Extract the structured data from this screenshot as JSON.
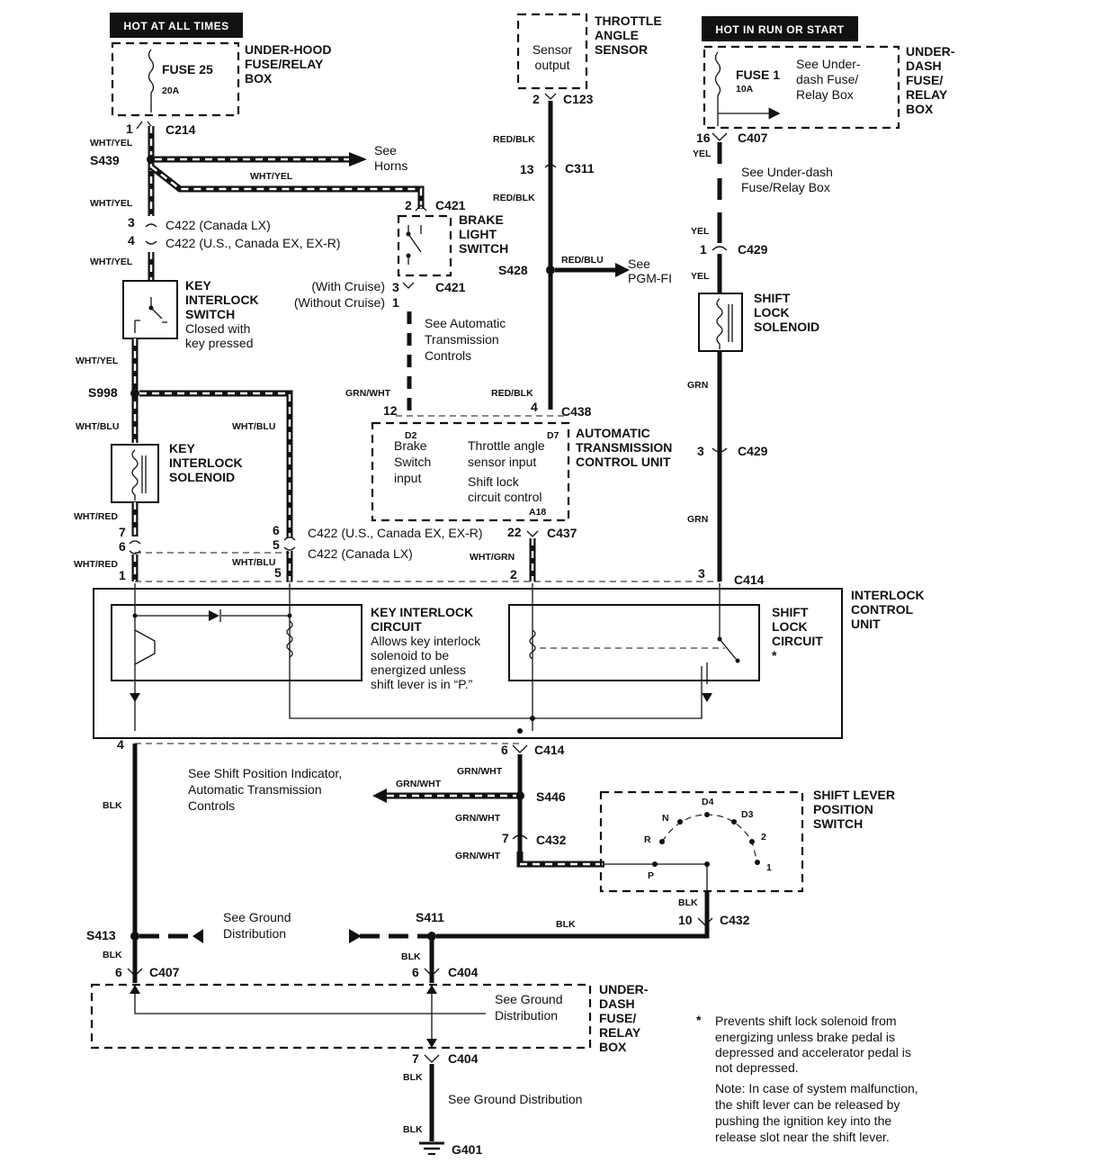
{
  "headers": {
    "hot_at_all_times": "HOT AT ALL TIMES",
    "hot_in_run_or_start": "HOT IN RUN OR START"
  },
  "boxes": {
    "underhood_box": [
      "UNDER-HOOD",
      "FUSE/RELAY",
      "BOX"
    ],
    "fuse25": "FUSE 25",
    "fuse25_amp": "20A",
    "throttle_sensor": [
      "THROTTLE",
      "ANGLE",
      "SENSOR"
    ],
    "sensor_output": [
      "Sensor",
      "output"
    ],
    "underdash_box_top": [
      "UNDER-",
      "DASH",
      "FUSE/",
      "RELAY",
      "BOX"
    ],
    "fuse1": "FUSE 1",
    "fuse1_amp": "10A",
    "fuse1_note": [
      "See Under-",
      "dash Fuse/",
      "Relay Box"
    ],
    "brake_switch": [
      "BRAKE",
      "LIGHT",
      "SWITCH"
    ],
    "key_interlock_switch": [
      "KEY",
      "INTERLOCK",
      "SWITCH"
    ],
    "key_interlock_switch_note": [
      "Closed with",
      "key pressed"
    ],
    "key_interlock_solenoid": [
      "KEY",
      "INTERLOCK",
      "SOLENOID"
    ],
    "shift_lock_solenoid": [
      "SHIFT",
      "LOCK",
      "SOLENOID"
    ],
    "atcu": [
      "AUTOMATIC",
      "TRANSMISSION",
      "CONTROL UNIT"
    ],
    "atcu_brake_input": [
      "Brake",
      "Switch",
      "input"
    ],
    "atcu_throttle_input": [
      "Throttle angle",
      "sensor input"
    ],
    "atcu_shift_lock": [
      "Shift lock",
      "circuit control"
    ],
    "atcu_pins": [
      "D2",
      "D7",
      "A18"
    ],
    "interlock_unit": [
      "INTERLOCK",
      "CONTROL",
      "UNIT"
    ],
    "key_interlock_circuit": [
      "KEY INTERLOCK",
      "CIRCUIT"
    ],
    "key_interlock_circuit_note": [
      "Allows key interlock",
      "solenoid to be",
      "energized unless",
      "shift lever is in “P.”"
    ],
    "shift_lock_circuit": [
      "SHIFT",
      "LOCK",
      "CIRCUIT",
      "*"
    ],
    "shift_lever_switch": [
      "SHIFT LEVER",
      "POSITION",
      "SWITCH"
    ],
    "shift_positions": [
      "D4",
      "N",
      "D3",
      "R",
      "2",
      "P",
      "1"
    ],
    "underdash_box_bottom": [
      "UNDER-",
      "DASH",
      "FUSE/",
      "RELAY",
      "BOX"
    ],
    "see_ground_distribution_box": [
      "See Ground",
      "Distribution"
    ]
  },
  "connectors": {
    "c214": "C214",
    "c123": "C123",
    "c407": "C407",
    "c311": "C311",
    "c421": "C421",
    "c422_canada_lx": "C422 (Canada LX)",
    "c422_us": "C422 (U.S., Canada EX, EX-R)",
    "c429": "C429",
    "c438": "C438",
    "c422_us_b": "C422 (U.S., Canada EX, EX-R)",
    "c422_canada_b": "C422 (Canada LX)",
    "c437": "C437",
    "c414": "C414",
    "c432": "C432",
    "c404": "C404",
    "g401": "G401"
  },
  "splices": {
    "s439": "S439",
    "s428": "S428",
    "s998": "S998",
    "s446": "S446",
    "s413": "S413",
    "s411": "S411"
  },
  "pins": {
    "p1_c214": "1",
    "p2_c123": "2",
    "p16_c407": "16",
    "p13_c311": "13",
    "p2_c421": "2",
    "p3_c422": "3",
    "p4_c422": "4",
    "p3_c421": "3",
    "p1_c421": "1",
    "p1_c429": "1",
    "p12": "12",
    "p4_c438": "4",
    "p3_c429": "3",
    "p7_c422": "7",
    "p6_c422": "6",
    "p6b_c422": "6",
    "p5_c422": "5",
    "p22_c437": "22",
    "p1_c414": "1",
    "p5_c414": "5",
    "p2_c414": "2",
    "p3_c414": "3",
    "p4_c414": "4",
    "p6_c414": "6",
    "p7_c432": "7",
    "p10_c432": "10",
    "p6_c407": "6",
    "p6_c404": "6",
    "p7_c404": "7"
  },
  "wires": {
    "wht_yel": "WHT/YEL",
    "red_blk": "RED/BLK",
    "yel": "YEL",
    "red_blu": "RED/BLU",
    "grn_wht": "GRN/WHT",
    "grn": "GRN",
    "wht_blu": "WHT/BLU",
    "wht_red": "WHT/RED",
    "wht_grn": "WHT/GRN",
    "blk": "BLK"
  },
  "notes": {
    "see_horns": [
      "See",
      "Horns"
    ],
    "see_pgmfi": [
      "See",
      "PGM-FI"
    ],
    "see_underdash": [
      "See Under-dash",
      "Fuse/Relay Box"
    ],
    "with_cruise": "(With Cruise)",
    "without_cruise": "(Without Cruise)",
    "see_atc": [
      "See Automatic",
      "Transmission",
      "Controls"
    ],
    "see_shift_indicator": [
      "See Shift Position Indicator,",
      "Automatic Transmission",
      "Controls"
    ],
    "see_ground_1": [
      "See Ground",
      "Distribution"
    ],
    "see_ground_2": "See Ground Distribution",
    "footnote": [
      "*",
      "Prevents shift lock solenoid from",
      "energizing unless brake pedal is",
      "depressed and accelerator pedal is",
      "not  depressed."
    ],
    "note": [
      "Note: In case of system malfunction,",
      "the shift lever can be released by",
      "pushing the ignition key into the",
      "release slot near the shift lever."
    ]
  }
}
